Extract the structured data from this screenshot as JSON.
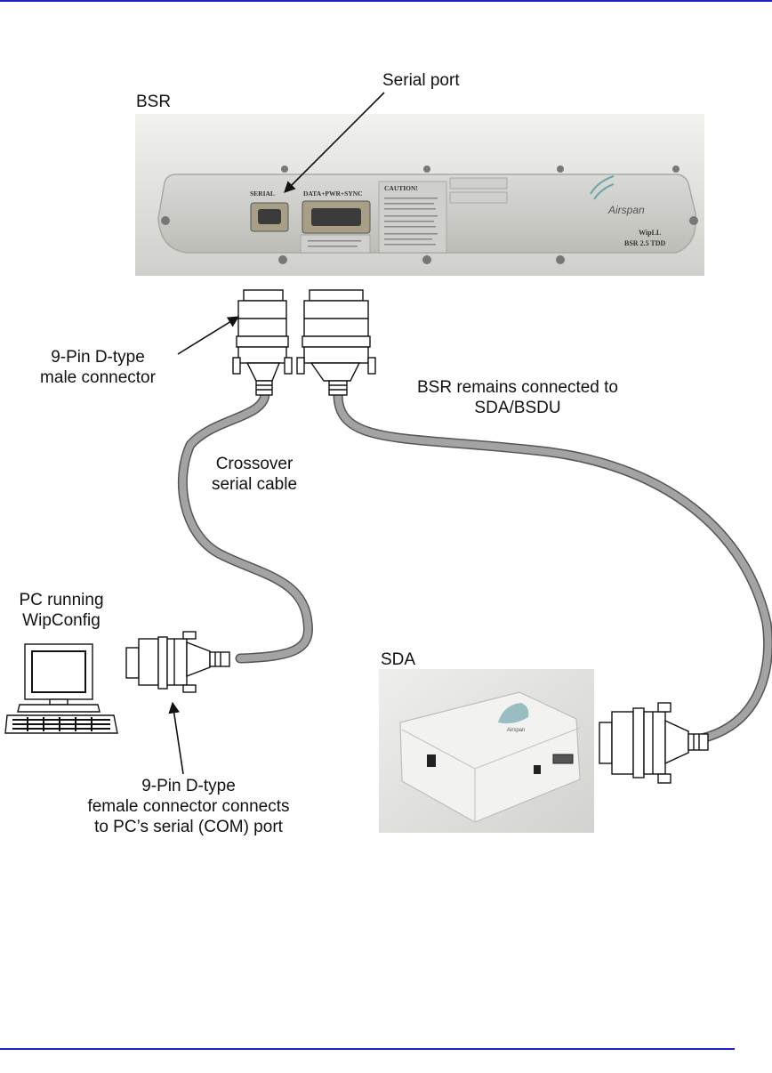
{
  "labels": {
    "bsr": "BSR",
    "serial_port": "Serial port",
    "male_connector": "9-Pin D-type\nmale connector",
    "bsr_connected": "BSR remains connected to\nSDA/BSDU",
    "crossover": "Crossover\nserial cable",
    "pc": "PC running\nWipConfig",
    "sda": "SDA",
    "female_connector": "9-Pin D-type\nfemale connector connects\nto PC’s serial (COM) port"
  },
  "device_markings": {
    "serial": "SERIAL",
    "data_pwr_sync": "DATA+PWR+SYNC",
    "caution": "CAUTION!",
    "brand": "Airspan",
    "model_line1": "WipLL",
    "model_line2": "BSR 2.5 TDD",
    "sda_brand": "Airspan"
  },
  "colors": {
    "rule": "#1f1fcc",
    "cable": "#9a9a9a",
    "device": "#e6e6e3"
  }
}
